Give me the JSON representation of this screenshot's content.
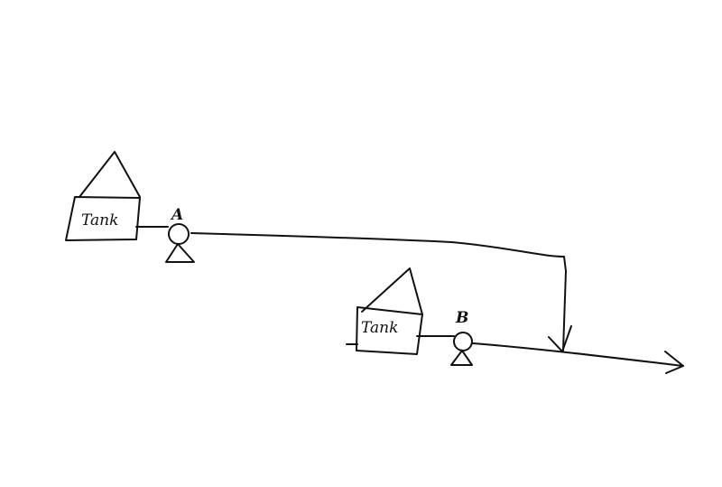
{
  "diagram": {
    "tanks": [
      {
        "id": "tank-left",
        "label": "Tank"
      },
      {
        "id": "tank-right",
        "label": "Tank"
      }
    ],
    "pumps": [
      {
        "id": "pump-a",
        "label": "A"
      },
      {
        "id": "pump-b",
        "label": "B"
      }
    ],
    "colors": {
      "ink": "#111111",
      "paper": "#ffffff"
    }
  }
}
